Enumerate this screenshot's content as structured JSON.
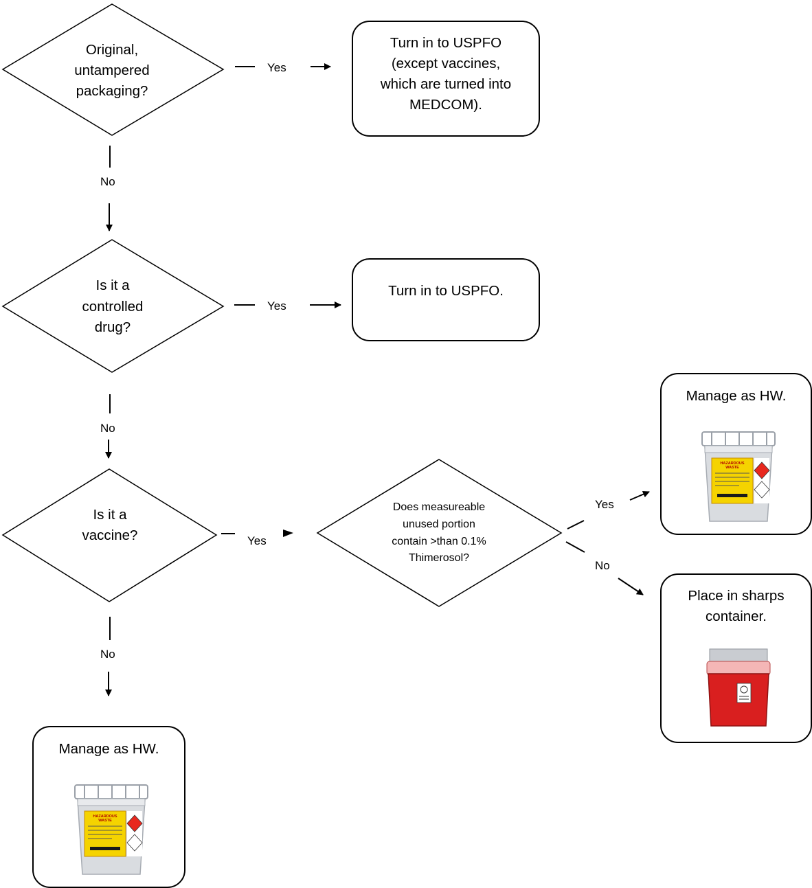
{
  "decisions": [
    {
      "lines": [
        "Original,",
        "untampered",
        "packaging?"
      ]
    },
    {
      "lines": [
        "Is it a",
        "controlled",
        "drug?"
      ]
    },
    {
      "lines": [
        "Is it a",
        "vaccine?"
      ]
    },
    {
      "lines": [
        "Does measureable",
        "unused portion",
        "contain >than 0.1%",
        "Thimerosol?"
      ]
    }
  ],
  "edges": {
    "yes": "Yes",
    "no": "No"
  },
  "outcomes": {
    "uspfo_except": [
      "Turn in to USPFO",
      "(except vaccines,",
      "which are turned into",
      "MEDCOM)."
    ],
    "uspfo": "Turn in to USPFO.",
    "hw_right": "Manage as HW.",
    "sharps": [
      "Place in sharps",
      "container."
    ],
    "hw_bottom": "Manage as HW."
  },
  "container_art": {
    "hw_label": [
      "HAZARDOUS",
      "WASTE"
    ]
  }
}
